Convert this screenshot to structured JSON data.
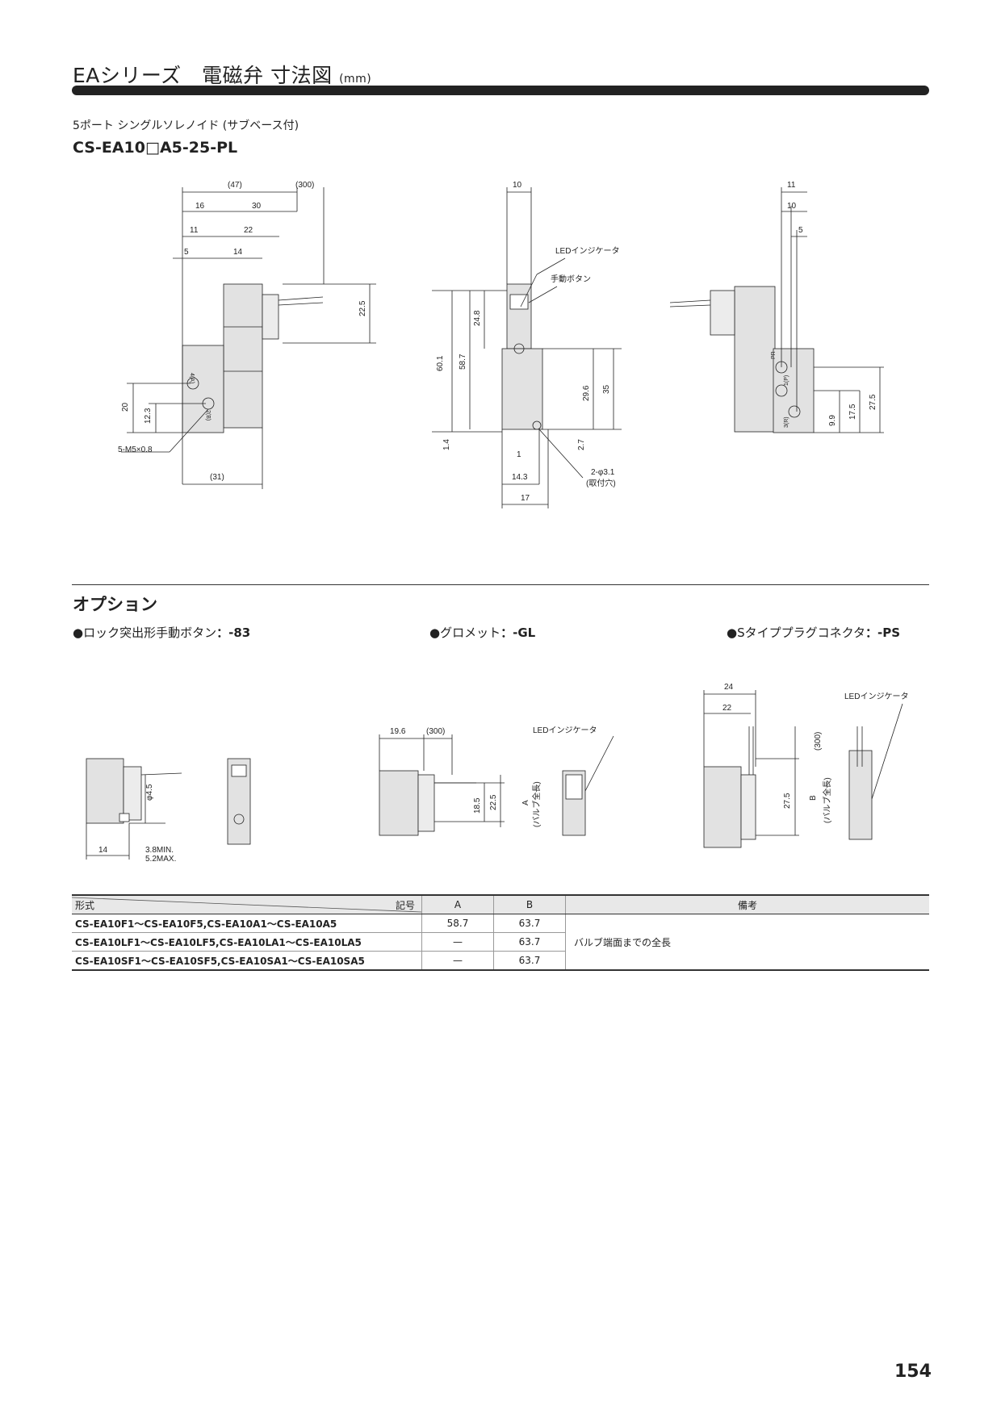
{
  "header": {
    "title": "EAシリーズ　電磁弁 寸法図",
    "title_unit": "(mm)",
    "variant": "5ポート シングルソレノイド (サブベース付)",
    "model": "CS-EA10□A5-25-PL"
  },
  "drawing_main": {
    "left_view": [
      "(47)",
      "(300)",
      "16",
      "30",
      "11",
      "22",
      "5",
      "14",
      "22.5",
      "20",
      "12.3",
      "5-M5×0.8",
      "(31)",
      "4(A)",
      "2(B)"
    ],
    "center_view": [
      "10",
      "LEDインジケータ",
      "手動ボタン",
      "60.1",
      "58.7",
      "24.8",
      "29.6",
      "35",
      "1.4",
      "1",
      "2.7",
      "14.3",
      "2-φ3.1",
      "(取付穴)",
      "17"
    ],
    "right_view": [
      "11",
      "10",
      "5",
      "27.5",
      "17.5",
      "9.9",
      "PR",
      "1(P)",
      "3(R)"
    ]
  },
  "options": {
    "title": "オプション",
    "items": [
      {
        "label": "●ロック突出形手動ボタン",
        "code": "：-83"
      },
      {
        "label": "●グロメット",
        "code": "：-GL"
      },
      {
        "label": "●Sタイププラグコネクタ",
        "code": "：-PS"
      }
    ],
    "lock_view": [
      "φ4.5",
      "14",
      "3.8MIN.",
      "5.2MAX."
    ],
    "grommet_view": [
      "19.6",
      "(300)",
      "LEDインジケータ",
      "18.5",
      "22.5",
      "A",
      "(バルブ全長)"
    ],
    "plug_view": [
      "24",
      "22",
      "LEDインジケータ",
      "(300)",
      "27.5",
      "B",
      "(バルブ全長)"
    ]
  },
  "table": {
    "headers": [
      "形式",
      "記号",
      "A",
      "B",
      "備考"
    ],
    "rows": [
      {
        "model": "CS-EA10F1～CS-EA10F5,CS-EA10A1～CS-EA10A5",
        "a": "58.7",
        "b": "63.7"
      },
      {
        "model": "CS-EA10LF1～CS-EA10LF5,CS-EA10LA1～CS-EA10LA5",
        "a": "—",
        "b": "63.7"
      },
      {
        "model": "CS-EA10SF1～CS-EA10SF5,CS-EA10SA1～CS-EA10SA5",
        "a": "—",
        "b": "63.7"
      }
    ],
    "note": "バルブ端面までの全長"
  },
  "page_number": "154"
}
